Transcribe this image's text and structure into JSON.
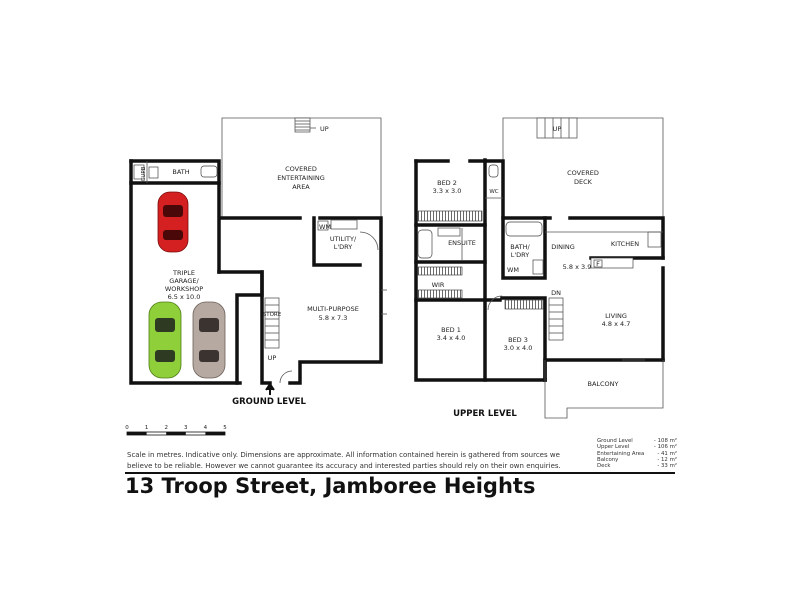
{
  "ground_level": {
    "title": "GROUND LEVEL",
    "rooms": {
      "covered_entertaining": [
        "COVERED",
        "ENTERTAINING",
        "AREA"
      ],
      "bath": "BATH",
      "cupb": "CUPB",
      "garage": [
        "TRIPLE",
        "GARAGE/",
        "WORKSHOP",
        "6.5 x 10.0"
      ],
      "wm": "WM",
      "utility": [
        "UTILITY/",
        "L'DRY"
      ],
      "multi_purpose": [
        "MULTI-PURPOSE",
        "5.8 x 7.3"
      ],
      "store": "STORE",
      "up_stair": "UP",
      "up_entertaining": "UP"
    }
  },
  "upper_level": {
    "title": "UPPER LEVEL",
    "rooms": {
      "bed2": [
        "BED 2",
        "3.3 x 3.0"
      ],
      "wc": "WC",
      "covered_deck": [
        "COVERED",
        "DECK"
      ],
      "up_deck": "UP",
      "ensuite": "ENSUITE",
      "bath_ldry": [
        "BATH/",
        "L'DRY"
      ],
      "wm": "WM",
      "dining": "DINING",
      "kitchen": "KITCHEN",
      "kitchen_dim": "5.8 x 3.9",
      "fridge": "F",
      "wir": "WIR",
      "dn": "DN",
      "bed1": [
        "BED 1",
        "3.4 x 4.0"
      ],
      "bed3": [
        "BED 3",
        "3.0 x 4.0"
      ],
      "living": [
        "LIVING",
        "4.8 x 4.7"
      ],
      "balcony": "BALCONY"
    }
  },
  "scale_bar": {
    "ticks": [
      "0",
      "1",
      "2",
      "3",
      "4",
      "5"
    ]
  },
  "disclaimer": "Scale in metres. Indicative only. Dimensions are approximate.  All information contained herein is gathered from sources we believe to be reliable. However we cannot guarantee its accuracy and interested parties should rely on their own enquiries.",
  "areas": [
    {
      "label": "Ground Level",
      "value": "- 108 m²"
    },
    {
      "label": "Upper Level",
      "value": "- 106 m²"
    },
    {
      "label": "Entertaining Area",
      "value": "- 41 m²"
    },
    {
      "label": "Balcony",
      "value": "- 12 m²"
    },
    {
      "label": "Deck",
      "value": "- 33 m²"
    }
  ],
  "address": "13 Troop Street, Jamboree Heights",
  "colors": {
    "wall": "#111111",
    "car_red": "#d42020",
    "car_green": "#8fcf3a",
    "car_taupe": "#b5a9a2",
    "tile_hatch": "#444444"
  }
}
